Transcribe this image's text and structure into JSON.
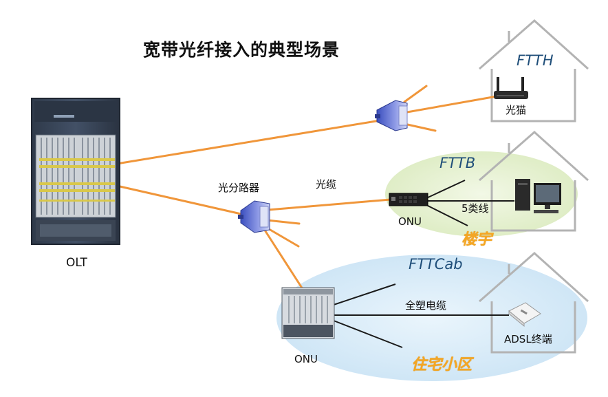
{
  "title": "宽带光纤接入的典型场景",
  "olt_label": "OLT",
  "splitter_label": "光分路器",
  "cable_label": "光缆",
  "ftth": {
    "scenario": "FTTH",
    "device": "光猫"
  },
  "fttb": {
    "scenario": "FTTB",
    "onu": "ONU",
    "cat5": "5类线",
    "zone": "楼宇"
  },
  "fttcab": {
    "scenario": "FTTCab",
    "onu": "ONU",
    "cable": "全塑电缆",
    "terminal": "ADSL终端",
    "zone": "住宅小区"
  },
  "colors": {
    "fiber": "#f0963a",
    "wire": "#1a1a1a",
    "fttb_zone": "#e8f2d3",
    "fttcab_zone": "#d8ecf8",
    "house": "#b3b3b3",
    "scenario_text": "#1f4e79",
    "zone_text": "#f5a623"
  }
}
